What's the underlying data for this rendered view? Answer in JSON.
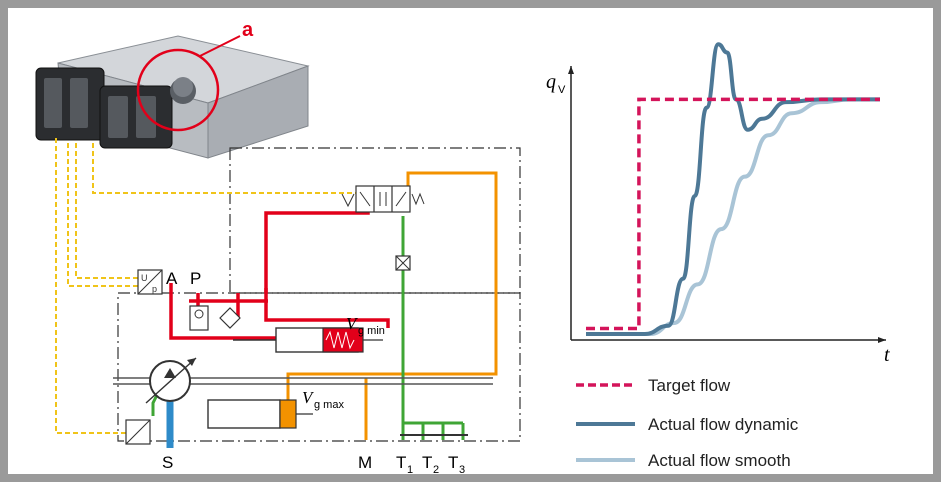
{
  "callout": {
    "label": "a",
    "color": "#e2001a"
  },
  "ports": {
    "A": "A",
    "P": "P",
    "S": "S",
    "M": "M",
    "T1_main": "T",
    "T1_sub": "1",
    "T2_main": "T",
    "T2_sub": "2",
    "T3_main": "T",
    "T3_sub": "3"
  },
  "actuators": {
    "vg_min_main": "V",
    "vg_min_sub": "g min",
    "vg_max_main": "V",
    "vg_max_sub": "g max"
  },
  "line_colors": {
    "pressure": "#e2001a",
    "tank": "#3fa535",
    "control": "#f39200",
    "suction": "#2e8bc9",
    "signal": "#f0c419"
  },
  "chart_data": {
    "type": "line",
    "ylabel_main": "q",
    "ylabel_sub": "V",
    "xlabel": "t",
    "series": [
      {
        "name": "Target flow",
        "style": "dashed",
        "color": "#d4145a",
        "points": [
          [
            0,
            0.02
          ],
          [
            0.18,
            0.02
          ],
          [
            0.18,
            0.85
          ],
          [
            1,
            0.85
          ]
        ]
      },
      {
        "name": "Actual flow dynamic",
        "style": "solid",
        "color": "#4d7896",
        "points": [
          [
            0,
            0
          ],
          [
            0.2,
            0
          ],
          [
            0.28,
            0.03
          ],
          [
            0.33,
            0.2
          ],
          [
            0.37,
            0.5
          ],
          [
            0.41,
            0.82
          ],
          [
            0.45,
            1.05
          ],
          [
            0.48,
            1.02
          ],
          [
            0.51,
            0.85
          ],
          [
            0.55,
            0.74
          ],
          [
            0.6,
            0.78
          ],
          [
            0.68,
            0.84
          ],
          [
            0.8,
            0.85
          ],
          [
            1,
            0.85
          ]
        ]
      },
      {
        "name": "Actual flow smooth",
        "style": "solid",
        "color": "#a9c4d6",
        "points": [
          [
            0,
            0
          ],
          [
            0.22,
            0
          ],
          [
            0.3,
            0.04
          ],
          [
            0.38,
            0.18
          ],
          [
            0.46,
            0.38
          ],
          [
            0.54,
            0.57
          ],
          [
            0.62,
            0.72
          ],
          [
            0.7,
            0.8
          ],
          [
            0.8,
            0.84
          ],
          [
            0.9,
            0.85
          ],
          [
            1,
            0.85
          ]
        ]
      }
    ]
  }
}
